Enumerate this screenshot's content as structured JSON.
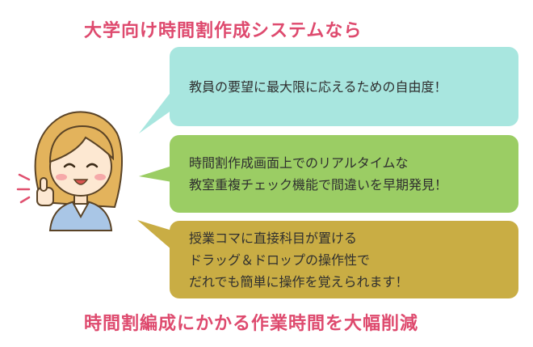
{
  "headline_top": "大学向け時間割作成システムなら",
  "headline_bottom": "時間割編成にかかる作業時間を大幅削減",
  "bubbles": [
    {
      "lines": [
        "教員の要望に最大限に応えるための自由度！"
      ]
    },
    {
      "lines": [
        "時間割作成画面上でのリアルタイムな",
        "教室重複チェック機能で間違いを早期発見！"
      ]
    },
    {
      "lines": [
        "授業コマに直接科目が置ける",
        "ドラッグ＆ドロップの操作性で",
        "だれでも簡単に操作を覚えられます！"
      ]
    }
  ],
  "colors": {
    "headline": "#de4a6e",
    "bubble_1": "#a8e6df",
    "bubble_2": "#9bcd64",
    "bubble_3": "#c9ad44",
    "hair": "#e3b35c",
    "shirt": "#a9c6e6"
  },
  "illustration": "woman-thumbs-up-icon"
}
